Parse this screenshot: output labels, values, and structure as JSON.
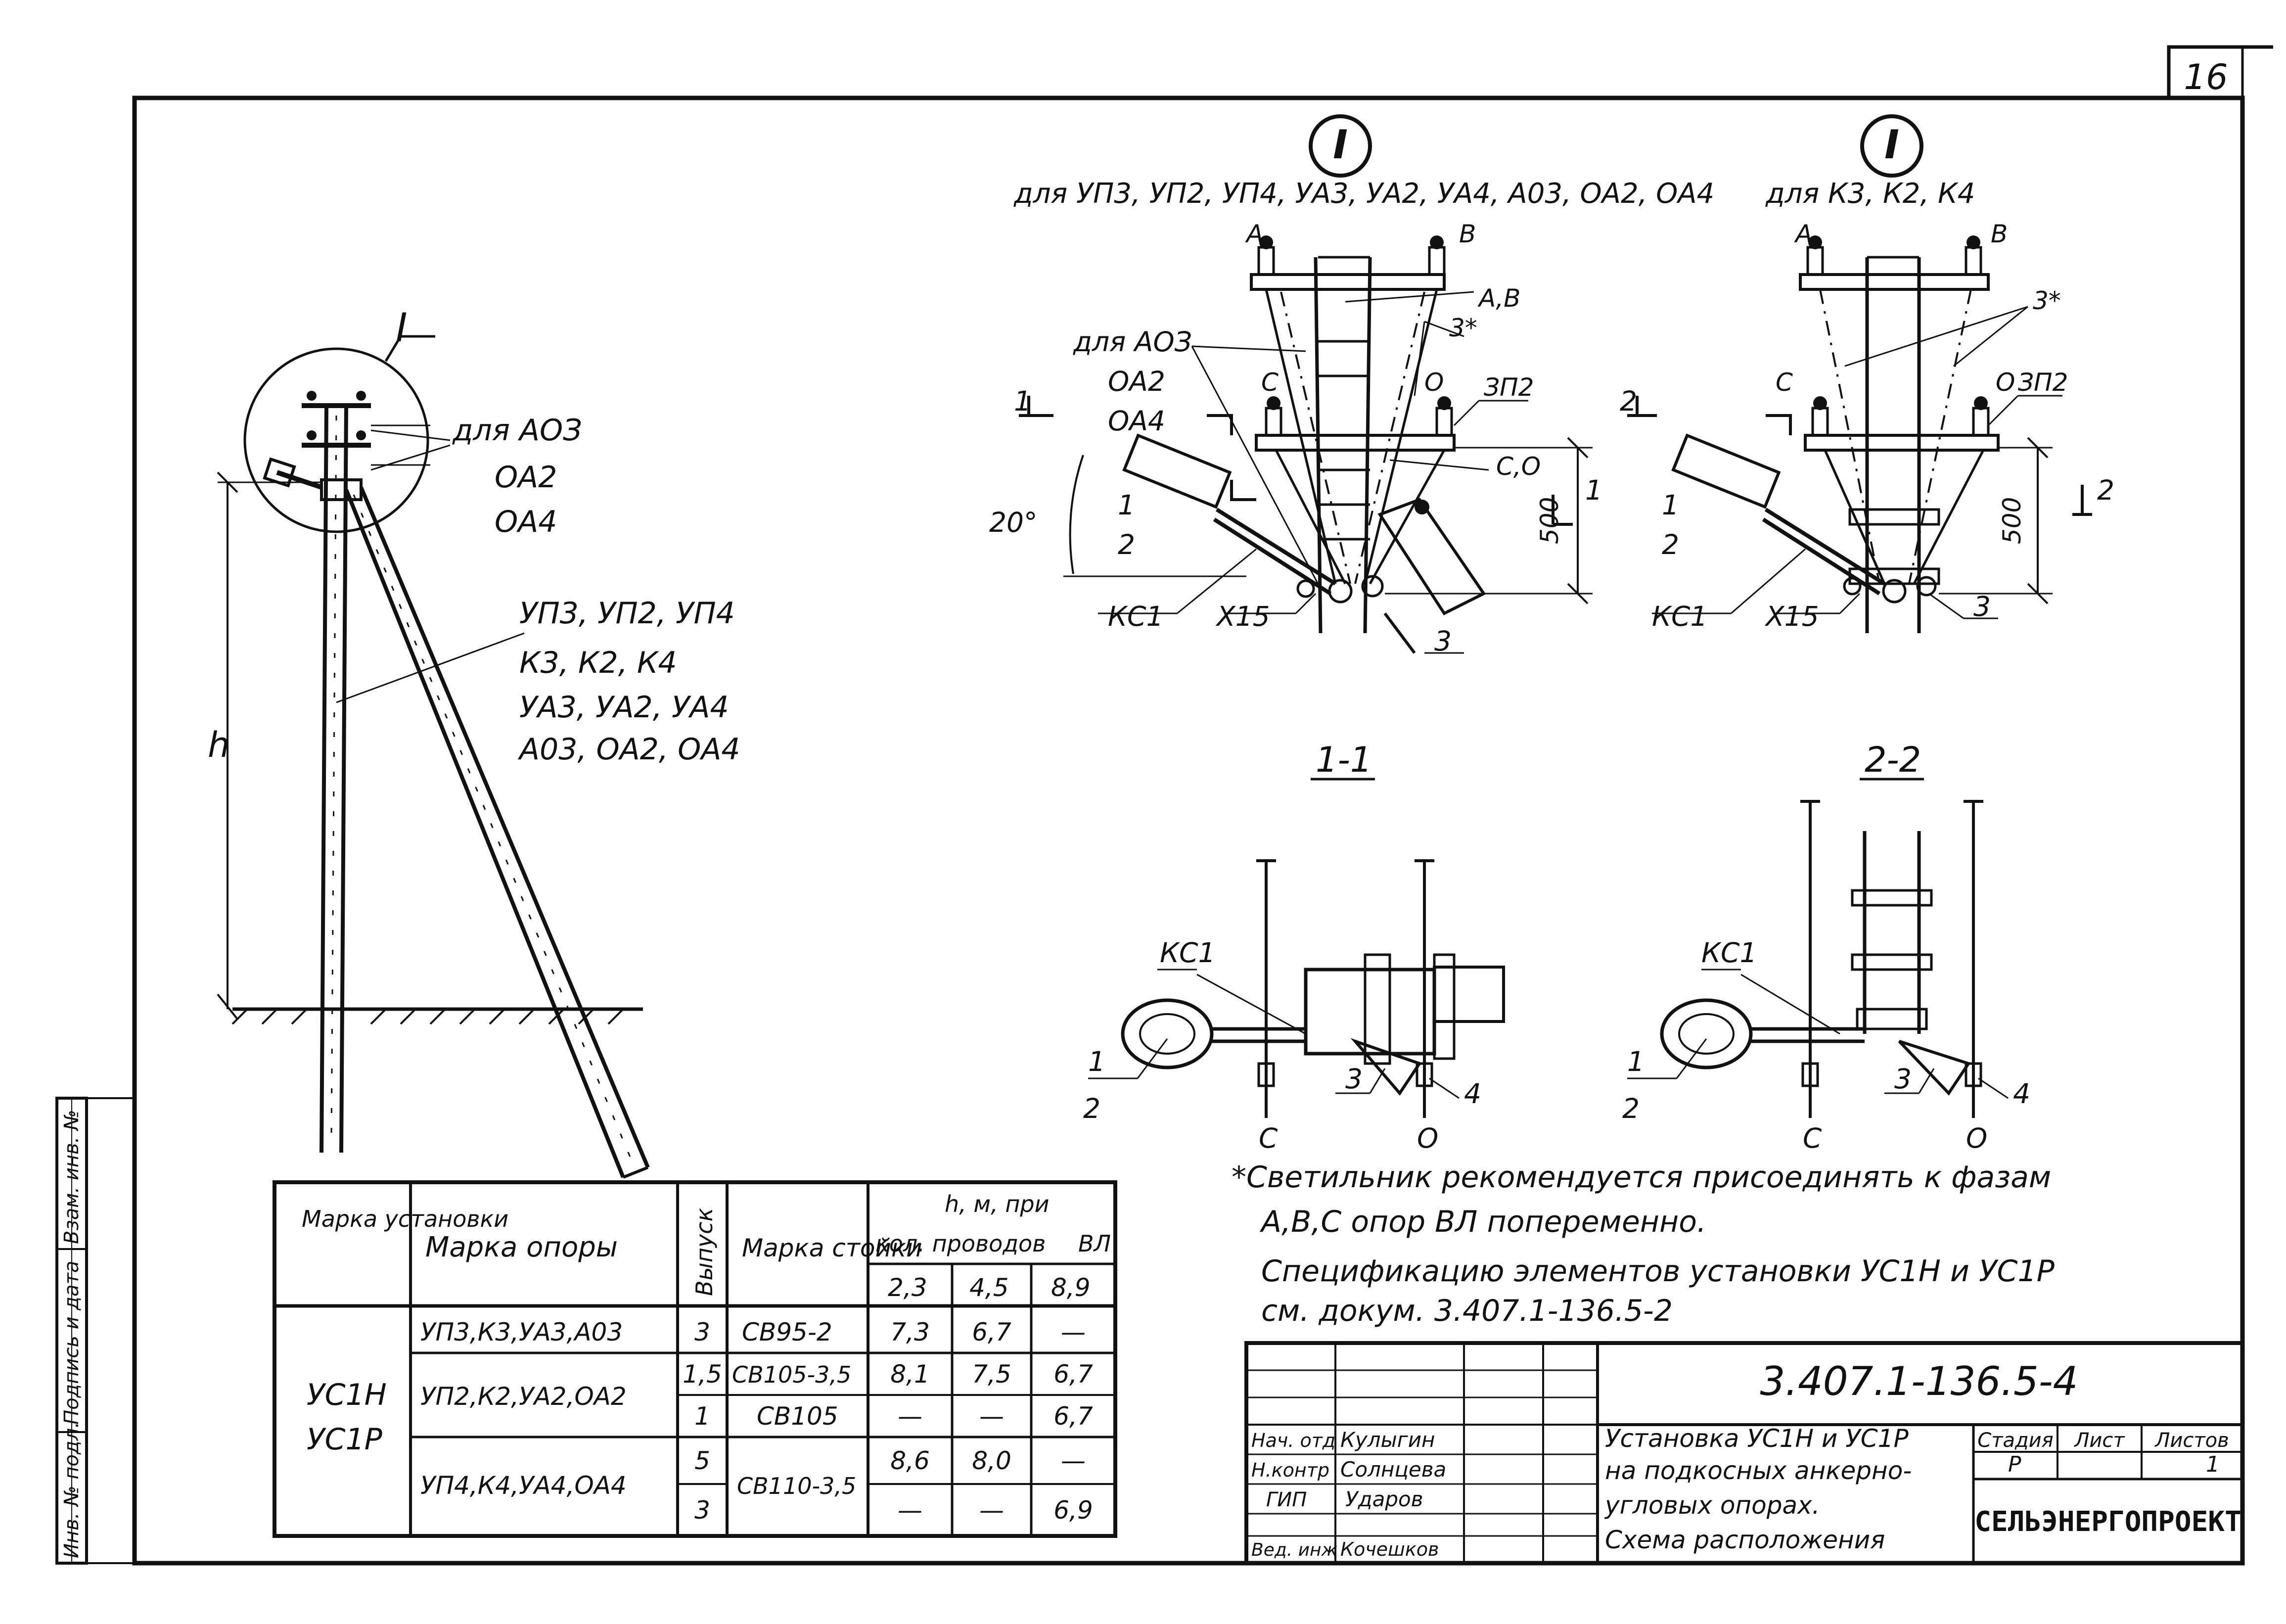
{
  "sheet_number": "16",
  "node_label": "I",
  "pole": {
    "callout_label": "I",
    "variant_lines": [
      "для АОЗ",
      "ОА2",
      "ОА4"
    ],
    "type_lines": [
      "УП3, УП2, УП4",
      "К3, К2, К4",
      "УА3, УА2, УА4",
      "А03, ОА2, ОА4"
    ],
    "height_label": "h"
  },
  "detail_left": {
    "title": "для УП3, УП2, УП4, УА3, УА2, УА4, А03, ОА2, ОА4",
    "variant_lines": [
      "для АОЗ",
      "ОА2",
      "ОА4"
    ],
    "labels": {
      "a": "А",
      "b": "В",
      "ab": "А,В",
      "c": "С",
      "o": "О",
      "co": "С,О",
      "star3": "3*",
      "zp2": "ЗП2",
      "n1": "1",
      "n2": "2",
      "n3": "3",
      "kc1": "КС1",
      "x15": "Х15",
      "angle": "20°",
      "dim": "500",
      "sec1": "1",
      "sec1b": "1"
    }
  },
  "detail_right": {
    "title": "для К3, К2, К4",
    "labels": {
      "a": "А",
      "b": "В",
      "c": "С",
      "o": "О",
      "star3": "3*",
      "zp2": "ЗП2",
      "n1": "1",
      "n2": "2",
      "n3": "3",
      "kc1": "КС1",
      "x15": "Х15",
      "dim": "500",
      "sec2": "2",
      "sec2b": "2"
    }
  },
  "section_11": {
    "title": "1-1",
    "labels": {
      "kc1": "КС1",
      "n1": "1",
      "n2": "2",
      "n3": "3",
      "n4": "4",
      "c": "С",
      "o": "О"
    }
  },
  "section_22": {
    "title": "2-2",
    "labels": {
      "kc1": "КС1",
      "n1": "1",
      "n2": "2",
      "n3": "3",
      "n4": "4",
      "c": "С",
      "o": "О"
    }
  },
  "notes": [
    "*Светильник   рекомендуется присоединять к фазам",
    "А,В,С опор  ВЛ  попеременно.",
    "Спецификацию  элементов установки  УС1Н и УС1Р",
    "см. докум. 3.407.1-136.5-2"
  ],
  "table": {
    "col_mark_install": "Марка установки",
    "col_mark_pole": "Марка опоры",
    "col_vypusk": "Выпуск",
    "col_mark_stand": "Марка стойки",
    "col_h": "h, м, при",
    "col_wires": "кол. проводов",
    "col_vl": "ВЛ",
    "sub_23": "2,3",
    "sub_45": "4,5",
    "sub_89": "8,9",
    "install_marks": [
      "УС1Н",
      "УС1Р"
    ],
    "rows": [
      {
        "pole": "УП3,К3,УА3,А03",
        "vyp": "3",
        "stand": "СВ95-2",
        "h23": "7,3",
        "h45": "6,7",
        "h89": "—"
      },
      {
        "pole": "УП2,К2,УА2,ОА2",
        "vyp": "1,5",
        "stand": "СВ105-3,5",
        "h23": "8,1",
        "h45": "7,5",
        "h89": "6,7"
      },
      {
        "pole": "",
        "vyp": "1",
        "stand": "СВ105",
        "h23": "—",
        "h45": "—",
        "h89": "6,7"
      },
      {
        "pole": "УП4,К4,УА4,ОА4",
        "vyp": "5",
        "stand": "СВ110-3,5",
        "h23": "8,6",
        "h45": "8,0",
        "h89": "—"
      },
      {
        "pole": "",
        "vyp": "3",
        "stand": "",
        "h23": "—",
        "h45": "—",
        "h89": "6,9"
      }
    ]
  },
  "title_block": {
    "doc_code": "3.407.1-136.5-4",
    "staff": [
      {
        "role": "Нач. отд",
        "name": "Кулыгин"
      },
      {
        "role": "Н.контр",
        "name": "Солнцева"
      },
      {
        "role": "ГИП",
        "name": "Ударов"
      },
      {
        "role": "Вед. инж",
        "name": "Кочешков"
      }
    ],
    "title_lines": [
      "Установка УС1Н и УС1Р",
      "на подкосных анкерно-",
      "угловых  опорах.",
      "Схема расположения"
    ],
    "stage_label": "Стадия",
    "sheet_label": "Лист",
    "sheets_label": "Листов",
    "stage_value": "Р",
    "sheets_value": "1",
    "organization": "СЕЛЬЭНЕРГОПРОЕКТ"
  },
  "side_stamp": [
    "Инв. № подл.",
    "Подпись и дата",
    "Взам. инв. №"
  ]
}
